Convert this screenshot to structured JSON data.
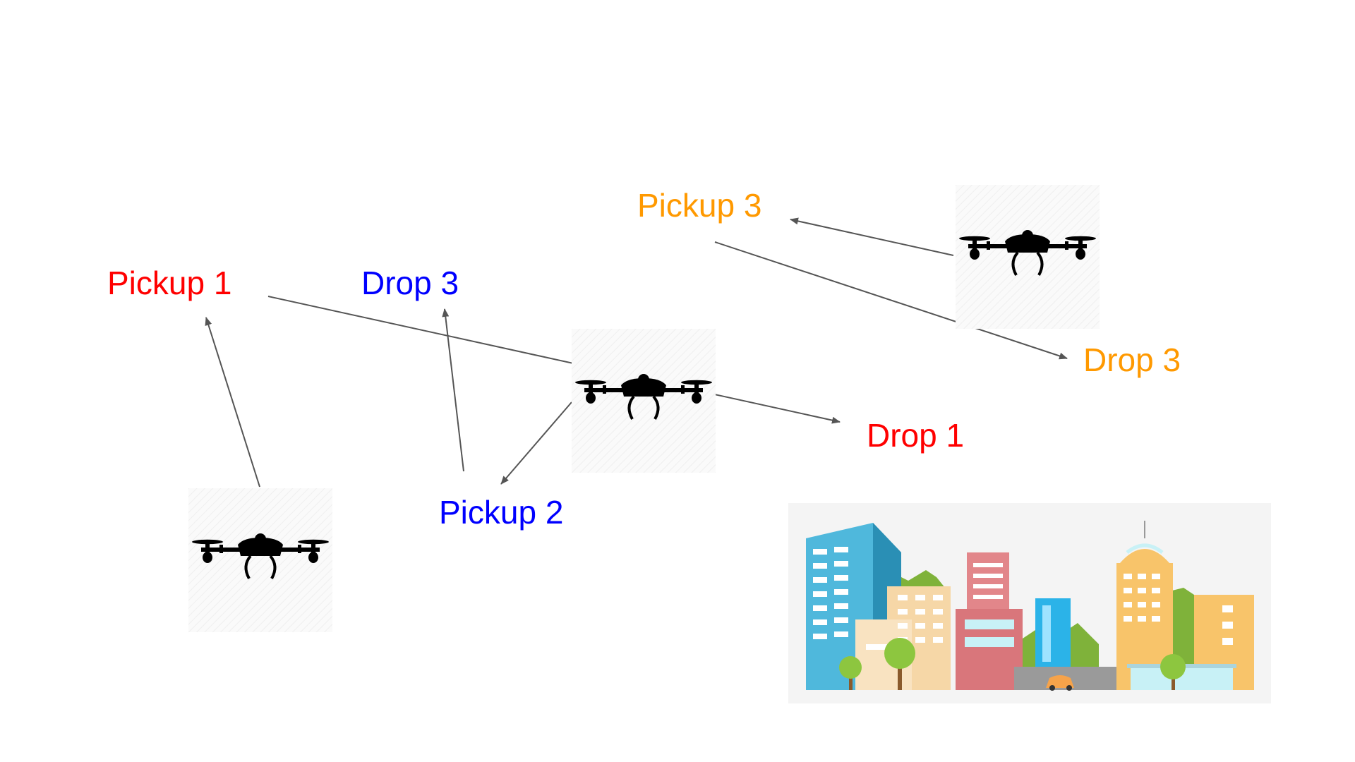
{
  "diagram": {
    "colors": {
      "route_1": "#ff0000",
      "route_2": "#0000ff",
      "route_3": "#ff9900",
      "arrow": "#555555"
    },
    "labels": {
      "pickup_1": "Pickup 1",
      "drop_1": "Drop 1",
      "pickup_2": "Pickup 2",
      "drop_3_blue": "Drop 3",
      "pickup_3": "Pickup 3",
      "drop_3_orange": "Drop 3"
    },
    "icons": {
      "drone": "quadcopter-drone-icon",
      "city": "city-skyline-illustration"
    }
  }
}
